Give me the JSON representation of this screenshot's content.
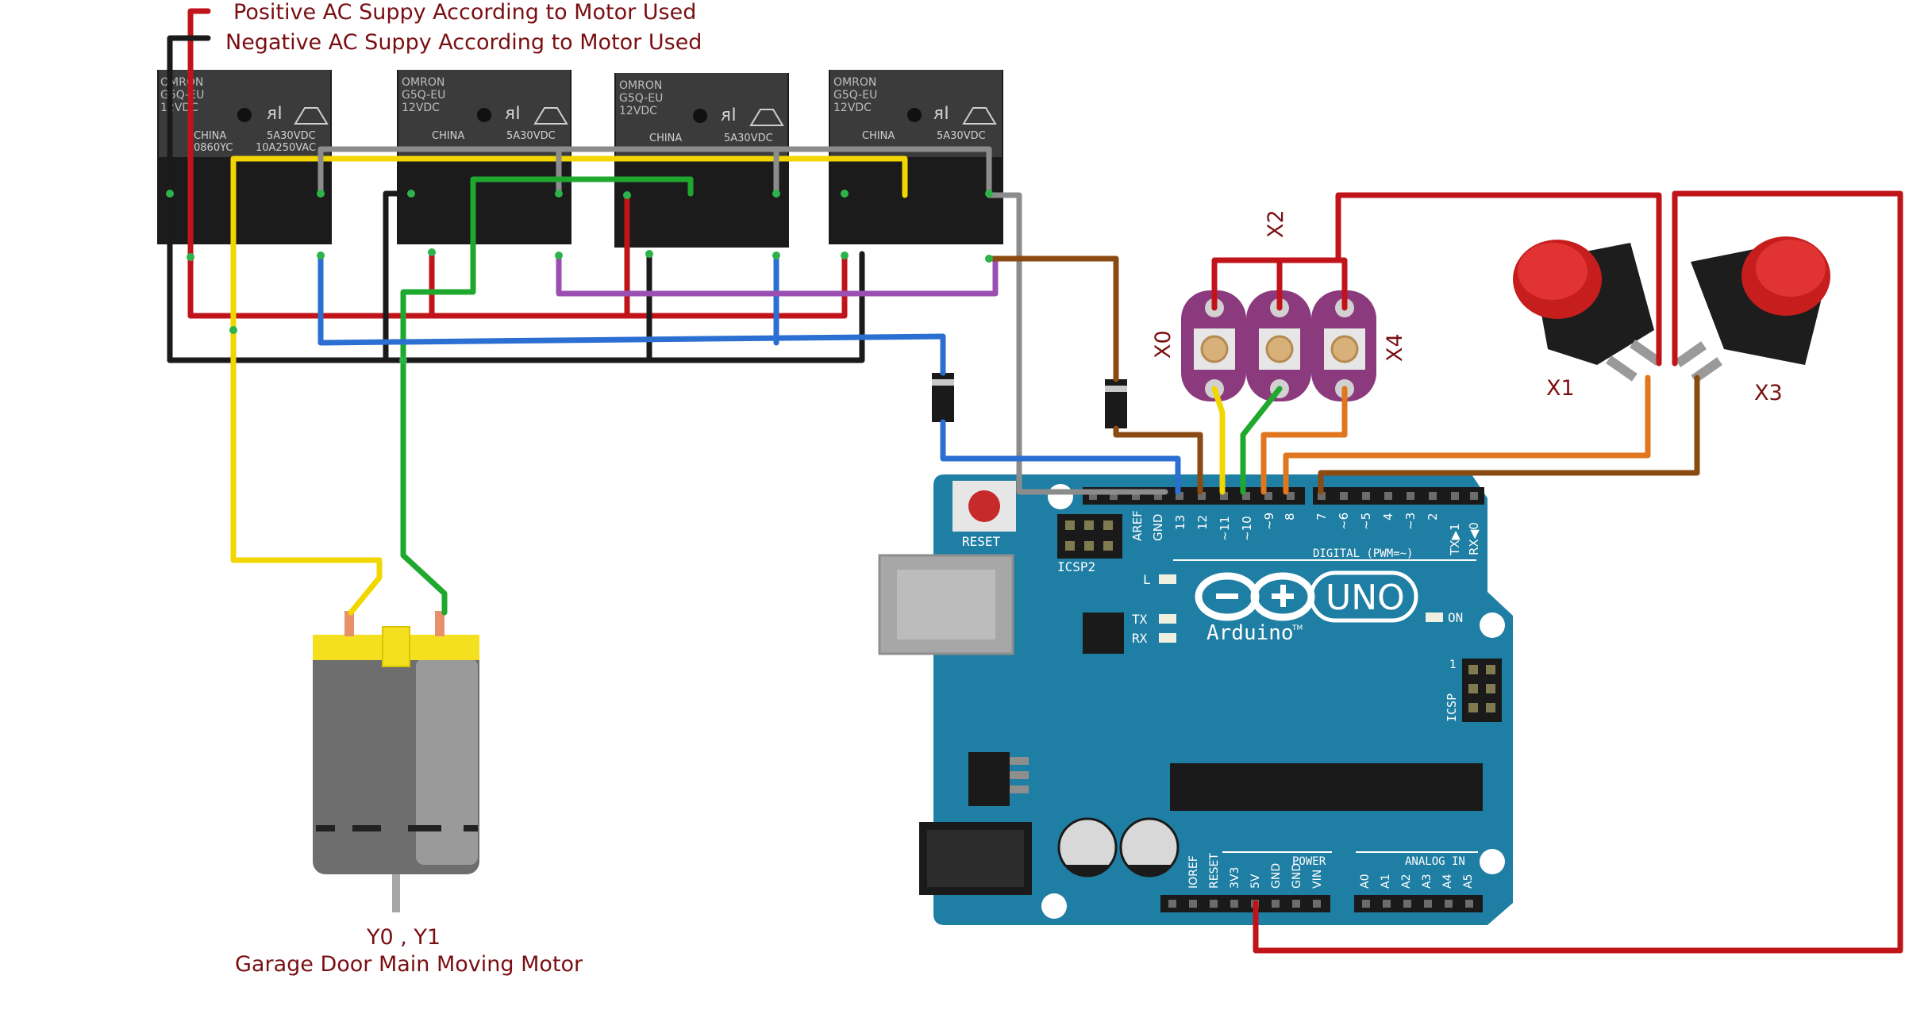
{
  "labels": {
    "supply_positive": "Positive AC Suppy According to Motor Used",
    "supply_negative": "Negative AC Suppy According to Motor Used",
    "motor_id": "Y0 , Y1",
    "motor_name": "Garage Door Main Moving Motor",
    "x0": "X0",
    "x1": "X1",
    "x2": "X2",
    "x3": "X3",
    "x4": "X4"
  },
  "relays": [
    {
      "l1": "OMRON",
      "l2": "G5Q-EU",
      "l3": "12VDC",
      "rating": "5A30VDC",
      "made": "CHINA",
      "code": "0860YC",
      "ac": "10A250VAC"
    },
    {
      "l1": "OMRON",
      "l2": "G5Q-EU",
      "l3": "12VDC",
      "rating": "5A30VDC",
      "made": "CHINA",
      "code": "",
      "ac": ""
    },
    {
      "l1": "OMRON",
      "l2": "G5Q-EU",
      "l3": "12VDC",
      "rating": "5A30VDC",
      "made": "CHINA",
      "code": "",
      "ac": ""
    },
    {
      "l1": "OMRON",
      "l2": "G5Q-EU",
      "l3": "12VDC",
      "rating": "5A30VDC",
      "made": "CHINA",
      "code": "",
      "ac": ""
    }
  ],
  "arduino": {
    "reset": "RESET",
    "icsp2": "ICSP2",
    "icsp": "ICSP",
    "icsp_pin": "1",
    "digital": "DIGITAL (PWM=~)",
    "brand": "Arduino",
    "tm": "TM",
    "model": "UNO",
    "on": "ON",
    "l": "L",
    "tx": "TX",
    "rx": "RX",
    "power": "POWER",
    "analog": "ANALOG IN",
    "top_pins": [
      "AREF",
      "GND",
      "13",
      "12",
      "~11",
      "~10",
      "~9",
      "8",
      "7",
      "~6",
      "~5",
      "4",
      "~3",
      "2",
      "TX▶1",
      "RX◀0"
    ],
    "bottom_pins": [
      "IOREF",
      "RESET",
      "3V3",
      "5V",
      "GND",
      "GND",
      "VIN",
      "A0",
      "A1",
      "A2",
      "A3",
      "A4",
      "A5"
    ]
  },
  "colors": {
    "wire_red": "#c0141a",
    "wire_black": "#1a1a1a",
    "wire_yellow": "#f2d600",
    "wire_green": "#1fa82e",
    "wire_gray": "#8c8c8c",
    "wire_blue": "#2a6fd1",
    "wire_purple": "#9b4fb3",
    "wire_brown": "#8b4a12",
    "wire_orange": "#e0761d",
    "label_text": "#7a0f12",
    "board": "#1f7ea3",
    "relay": "#1b1b1b"
  },
  "icons": {
    "logo": "arduino-infinity-logo",
    "button": "push-button-icon",
    "switch": "tactile-switch-icon",
    "diode": "diode-icon",
    "motor": "dc-motor-icon",
    "relay": "relay-icon"
  }
}
